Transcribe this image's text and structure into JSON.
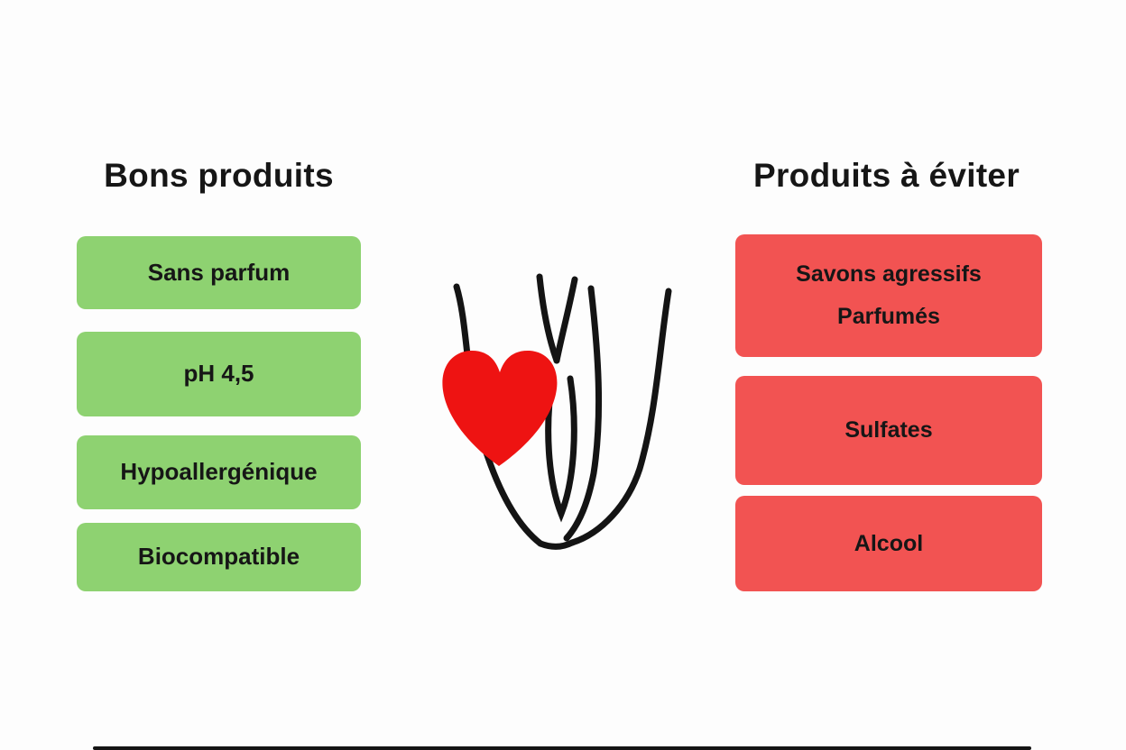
{
  "colors": {
    "background": "#fdfdfd",
    "green_box": "#8ed271",
    "red_box": "#f25352",
    "heart_red": "#ee1312",
    "line_black": "#141414",
    "text": "#161616"
  },
  "left_column": {
    "title": "Bons produits",
    "items": [
      {
        "label": "Sans parfum"
      },
      {
        "label": "pH 4,5"
      },
      {
        "label": "Hypoallergénique"
      },
      {
        "label": "Biocompatible"
      }
    ]
  },
  "right_column": {
    "title": "Produits à éviter",
    "items": [
      {
        "line1": "Savons agressifs",
        "line2": "Parfumés"
      },
      {
        "line1": "Sulfates"
      },
      {
        "line1": "Alcool"
      }
    ]
  },
  "center": {
    "illustration": "heart-with-hand-line-art"
  }
}
